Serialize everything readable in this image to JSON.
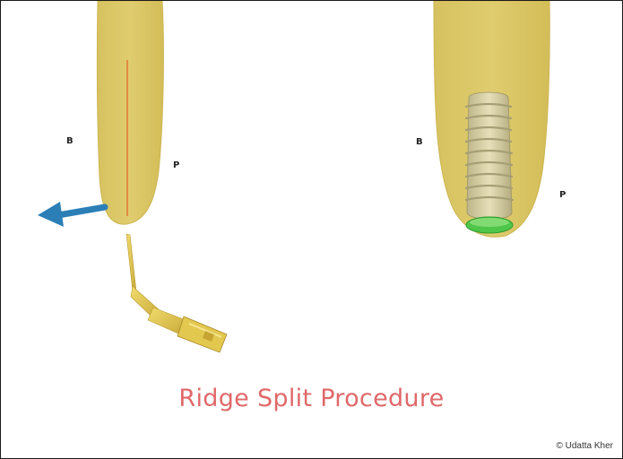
{
  "figure": {
    "left_panel": {
      "buccal_label": "B",
      "palatal_label": "P"
    },
    "right_panel": {
      "buccal_label": "B",
      "palatal_label": "P"
    },
    "title": "Ridge Split Procedure",
    "credit": "© Udatta Kher"
  },
  "colors": {
    "bone": "#d9c566",
    "bone_edge": "#c9b14f",
    "split_line": "#e3743a",
    "arrow": "#2b7fb6",
    "instrument": "#e8cf57",
    "implant": "#d8d1a2",
    "implant_collar": "#4fc64a",
    "title": "#e0686a"
  },
  "icons": [
    "arrow-left-icon",
    "piezo-tip-icon",
    "dental-implant-icon"
  ]
}
